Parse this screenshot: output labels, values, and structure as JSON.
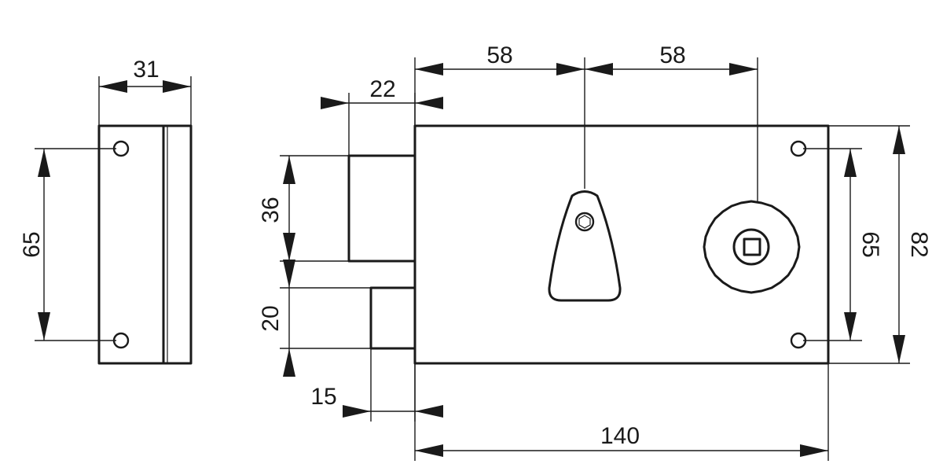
{
  "dimensions": {
    "side_width": "31",
    "side_hole_spacing": "65",
    "bolt_projection": "22",
    "bolt_height": "36",
    "latch_height": "20",
    "latch_projection": "15",
    "spacing_left": "58",
    "spacing_right": "58",
    "body_width": "140",
    "body_hole_spacing": "65",
    "body_height": "82"
  },
  "colors": {
    "line": "#1a1a1a",
    "background": "#ffffff"
  }
}
